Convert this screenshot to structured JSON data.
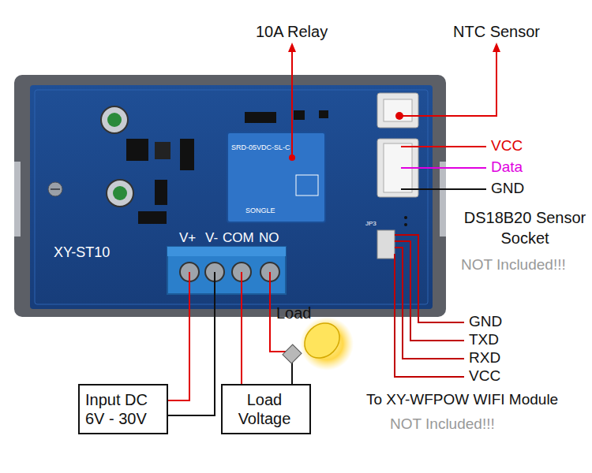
{
  "diagram": {
    "nodes": [
      {
        "text": [
          "Input DC 6V - 30V"
        ]
      },
      {
        "text": [
          "Load Voltage"
        ]
      }
    ],
    "labels": [
      "10A Relay",
      "NTC Sensor",
      "VCC",
      "Data",
      "GND",
      "DS18B20 Sensor Socket",
      "NOT Included!!!",
      "XY-ST10",
      "V+",
      "V-",
      "COM",
      "NO",
      "Load",
      "GND",
      "TXD",
      "RXD",
      "VCC",
      "To XY-WFPOW WIFI Module",
      "NOT Included!!!",
      "JP3",
      "SRD-05VDC-SL-C",
      "SONGLE"
    ]
  }
}
